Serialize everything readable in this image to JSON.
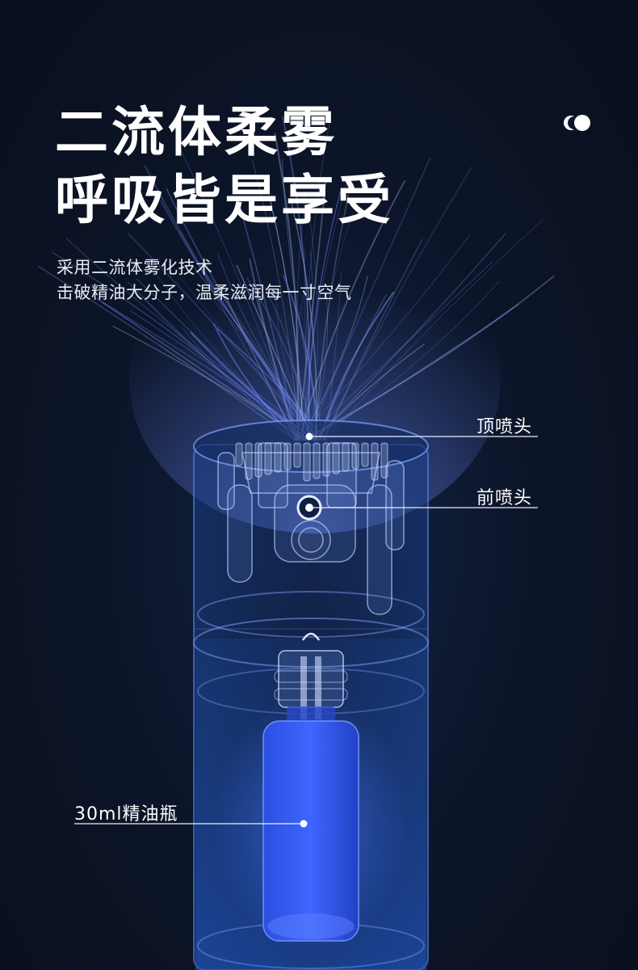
{
  "headline": {
    "line1": "二流体柔雾",
    "line2": "呼吸皆是享受"
  },
  "subtext": {
    "line1": "采用二流体雾化技术",
    "line2": "击破精油大分子，温柔滋润每一寸空气"
  },
  "callouts": {
    "top_nozzle": "顶喷头",
    "front_nozzle": "前喷头",
    "oil_bottle": "30ml精油瓶"
  },
  "icons": {
    "brand_logo": "brand-logo-icon"
  },
  "colors": {
    "background": "#0b1120",
    "accent_blue": "#3f6fff",
    "mist": "#6f8cff"
  }
}
